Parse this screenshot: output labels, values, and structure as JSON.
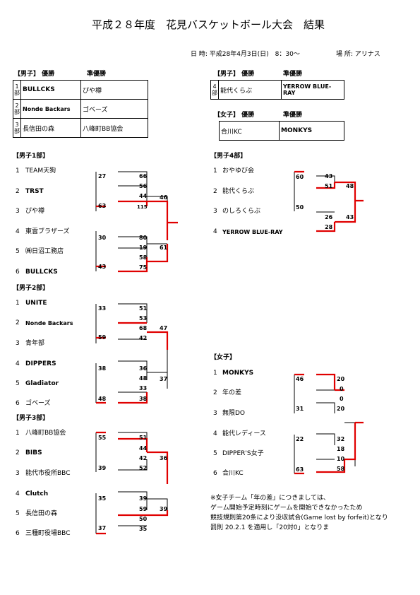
{
  "title": "平成２８年度　花見バスケットボール大会　結果",
  "meta": {
    "date": "日 時: 平成28年4月3日(日)　8：30～",
    "venue": "場 所: アリナス"
  },
  "summary_men": {
    "head_winner": "【男子】 優勝",
    "head_runner": "準優勝",
    "rows": [
      {
        "rank": "1部",
        "winner": "BULLCKS",
        "runner": "ぴや樽"
      },
      {
        "rank": "2部",
        "winner": "Nonde Backars",
        "runner": "ゴベーズ"
      },
      {
        "rank": "3部",
        "winner": "長信田の森",
        "runner": "八峰町BB協会"
      }
    ]
  },
  "summary_men4": {
    "head_winner": "【男子】 優勝",
    "head_runner": "準優勝",
    "rank": "4部",
    "winner": "能代くらぶ",
    "runner": "YERROW BLUE-RAY"
  },
  "summary_women": {
    "head_winner": "【女子】 優勝",
    "head_runner": "準優勝",
    "winner": "合川KC",
    "runner": "MONKYS"
  },
  "brackets": {
    "men1": {
      "title": "【男子1部】",
      "teams": [
        "TEAM天狗",
        "TRST",
        "ぴや樽",
        "東雲ブラザーズ",
        "㈱日沼工務店",
        "BULLCKS"
      ],
      "scores": {
        "s1": "27",
        "s2": "63",
        "s3": "66",
        "s4": "56",
        "s5": "44",
        "s6": "115",
        "s7": "46",
        "s8": "30",
        "s9": "43",
        "s10": "80",
        "s11": "19",
        "s12": "58",
        "s13": "75",
        "s14": "61"
      }
    },
    "men2": {
      "title": "【男子2部】",
      "teams": [
        "UNITE",
        "Nonde Backars",
        "青年部",
        "DIPPERS",
        "Gladiator",
        "ゴベーズ"
      ],
      "scores": {
        "s1": "33",
        "s2": "59",
        "s3": "51",
        "s4": "53",
        "s5": "68",
        "s6": "42",
        "s7": "47",
        "s8": "38",
        "s9": "48",
        "s10": "36",
        "s11": "48",
        "s12": "33",
        "s13": "38",
        "s14": "37"
      }
    },
    "men3": {
      "title": "【男子3部】",
      "teams": [
        "八峰町BB協会",
        "BIBS",
        "能代市役所BBC",
        "Clutch",
        "長信田の森",
        "三種町役場BBC"
      ],
      "scores": {
        "s1": "55",
        "s2": "39",
        "s3": "51",
        "s4": "44",
        "s5": "42",
        "s6": "52",
        "s7": "36",
        "s8": "35",
        "s9": "37",
        "s10": "39",
        "s11": "59",
        "s12": "50",
        "s13": "35",
        "s14": "39"
      }
    },
    "men4": {
      "title": "【男子4部】",
      "teams": [
        "おやゆび会",
        "能代くらぶ",
        "のしろくらぶ",
        "YERROW BLUE-RAY"
      ],
      "scores": {
        "s1": "60",
        "s2": "50",
        "s3": "43",
        "s4": "51",
        "s5": "48",
        "s6": "26",
        "s7": "28",
        "s8": "43"
      }
    },
    "women": {
      "title": "【女子】",
      "teams": [
        "MONKYS",
        "年の差",
        "無限DO",
        "能代レディース",
        "DIPPER'S女子",
        "合川KC"
      ],
      "scores": {
        "s1": "46",
        "s2": "31",
        "s3": "20",
        "s4": "0",
        "s5": "0",
        "s6": "20",
        "s7": "22",
        "s8": "63",
        "s9": "32",
        "s10": "18",
        "s11": "10",
        "s12": "58"
      }
    }
  },
  "note": [
    "※女子チーム「年の差」につきましては、",
    "ゲーム開始予定時刻にゲームを開始できなかったため",
    "競技規則第20条により没収試合(Game lost by forfeit)となり",
    "罰則 20.2.1 を適用し「20対0」となりま"
  ]
}
